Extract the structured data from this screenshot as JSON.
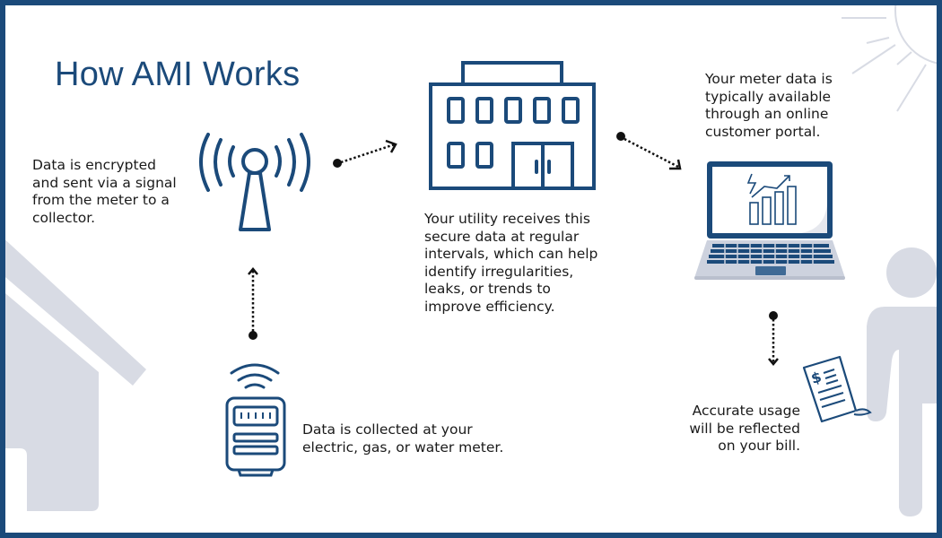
{
  "title": "How AMI Works",
  "colors": {
    "frame": "#1b4a7a",
    "icon_stroke": "#1b4a7a",
    "background_shapes": "#d8dbe4",
    "text": "#1a1a1a"
  },
  "steps": [
    {
      "id": "meter",
      "icon": "electric-meter-icon",
      "text": "Data is collected at your\nelectric, gas, or water meter."
    },
    {
      "id": "signal",
      "icon": "antenna-tower-icon",
      "text": "Data is encrypted\nand sent via a signal\nfrom the meter to a\ncollector."
    },
    {
      "id": "utility",
      "icon": "utility-building-icon",
      "text": "Your utility receives this\nsecure data at regular\nintervals, which can help\nidentify irregularities,\nleaks, or trends to\nimprove efficiency."
    },
    {
      "id": "portal",
      "icon": "laptop-chart-icon",
      "text": "Your meter data is\ntypically available\nthrough an online\ncustomer portal."
    },
    {
      "id": "bill",
      "icon": "bill-icon",
      "text": "Accurate usage\nwill be reflected\non your bill."
    }
  ],
  "connectors": [
    {
      "from": "meter",
      "to": "signal",
      "direction": "up"
    },
    {
      "from": "signal",
      "to": "utility",
      "direction": "right"
    },
    {
      "from": "utility",
      "to": "portal",
      "direction": "down-right"
    },
    {
      "from": "portal",
      "to": "bill",
      "direction": "down"
    }
  ],
  "decorations": [
    "house-silhouette",
    "sun-outline",
    "person-silhouette"
  ]
}
